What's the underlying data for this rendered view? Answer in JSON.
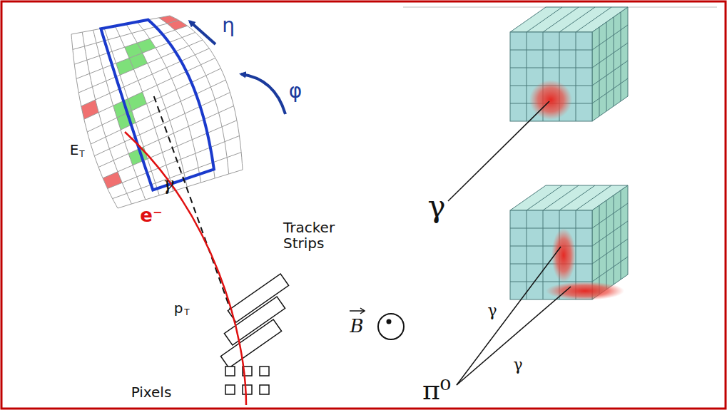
{
  "diagram": {
    "labels": [
      "E",
      "T",
      "η",
      "φ",
      "γ",
      "e⁻",
      "Tracker Strips",
      "p",
      "T",
      "B",
      "Pixels",
      "γ",
      "π⁰",
      "γ",
      "γ"
    ]
  }
}
